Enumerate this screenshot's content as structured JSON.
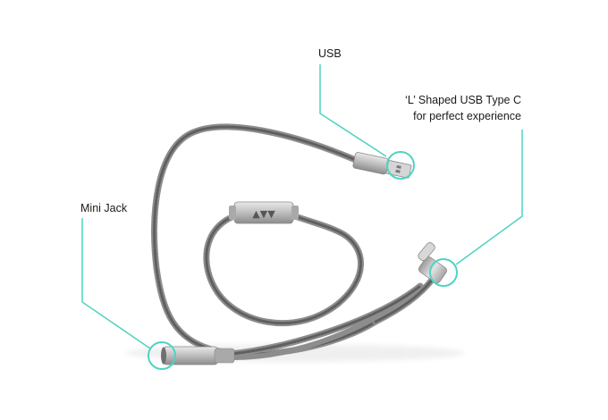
{
  "colors": {
    "callout": "#4fd3bf",
    "cable": "#8d8d8d",
    "cable_dark": "#5f5f5f",
    "metal": "#c9c9c9",
    "metal_dark": "#8a8a8a",
    "logo": "#555555"
  },
  "callouts": {
    "usb": {
      "label": "USB"
    },
    "usb_c": {
      "line1": "‘L’ Shaped USB Type C",
      "line2": "for perfect experience"
    },
    "mini_jack": {
      "label": "Mini Jack"
    }
  },
  "logo": {
    "glyphs": "▲▼▼"
  }
}
